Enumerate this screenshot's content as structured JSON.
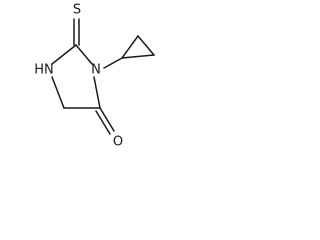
{
  "molecule": {
    "atoms": {
      "sulfur": "S",
      "nh": "HN",
      "n3": "N",
      "oxygen": "O"
    }
  }
}
